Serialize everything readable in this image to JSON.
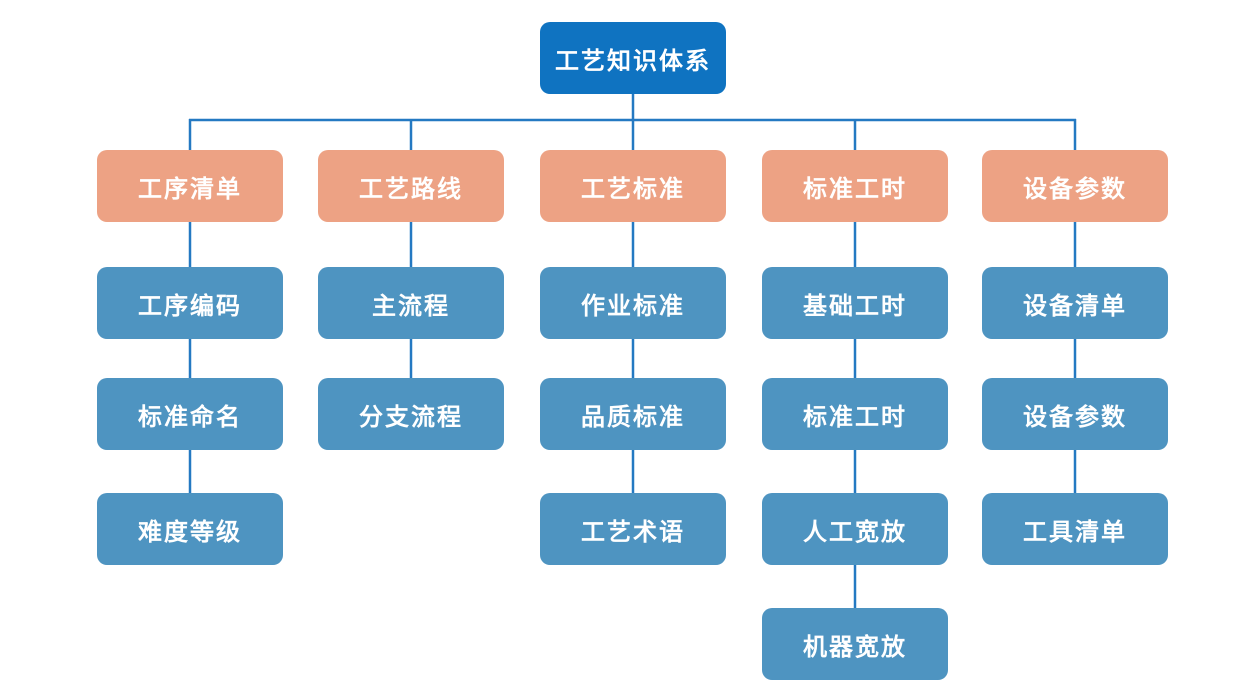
{
  "diagram": {
    "type": "org-tree",
    "root": {
      "label": "工艺知识体系"
    },
    "branches": [
      {
        "label": "工序清单",
        "children": [
          "工序编码",
          "标准命名",
          "难度等级"
        ]
      },
      {
        "label": "工艺路线",
        "children": [
          "主流程",
          "分支流程"
        ]
      },
      {
        "label": "工艺标准",
        "children": [
          "作业标准",
          "品质标准",
          "工艺术语"
        ]
      },
      {
        "label": "标准工时",
        "children": [
          "基础工时",
          "标准工时",
          "人工宽放",
          "机器宽放"
        ]
      },
      {
        "label": "设备参数",
        "children": [
          "设备清单",
          "设备参数",
          "工具清单"
        ]
      }
    ],
    "colors": {
      "root_fill": "#0F73C1",
      "branch_fill": "#EDA284",
      "child_fill": "#4E94C1",
      "connector": "#2479C2",
      "text": "#FFFFFF",
      "background": "#FFFFFF"
    }
  }
}
